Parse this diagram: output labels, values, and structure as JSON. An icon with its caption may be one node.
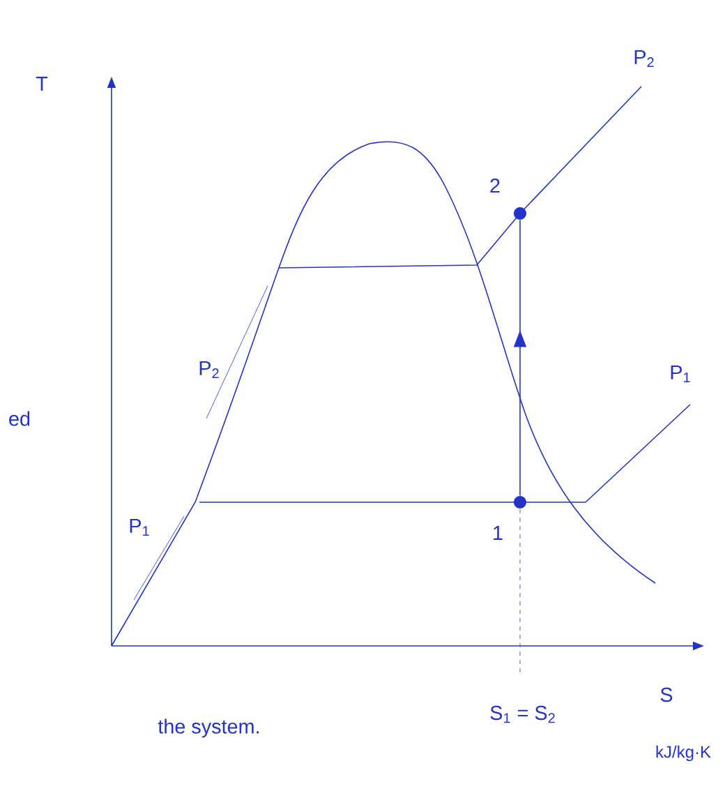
{
  "diagram": {
    "nodes": [
      {
        "text": [],
        "shape": "circle",
        "beside": [
          "2"
        ]
      },
      {
        "text": [],
        "shape": "circle",
        "beside": [
          "1"
        ]
      }
    ],
    "edges": [
      {
        "from": 1,
        "to": 0,
        "arrow": "to"
      }
    ],
    "labels": [
      "T",
      "P$_{2}$",
      "P$_{2}$",
      "P$_{1}$",
      "ed",
      "P$_{1}$",
      "S",
      "S$_{1}$ = S$_{2}$",
      "the system.",
      "kJ/kg·K"
    ]
  }
}
